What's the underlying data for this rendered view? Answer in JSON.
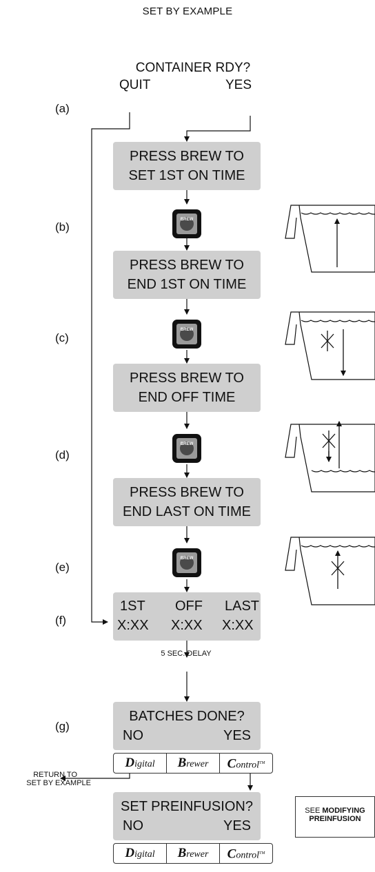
{
  "title": "SET BY EXAMPLE",
  "top_prompt": {
    "line1": "CONTAINER RDY?",
    "quit": "QUIT",
    "yes": "YES"
  },
  "steps": [
    {
      "label": "(a)"
    },
    {
      "label": "(b)"
    },
    {
      "label": "(c)"
    },
    {
      "label": "(d)"
    },
    {
      "label": "(e)"
    },
    {
      "label": "(f)"
    },
    {
      "label": "(g)"
    }
  ],
  "displays": {
    "d1": {
      "line1": "PRESS BREW TO",
      "line2": "SET 1ST ON TIME"
    },
    "d2": {
      "line1": "PRESS BREW TO",
      "line2": "END 1ST ON TIME"
    },
    "d3": {
      "line1": "PRESS BREW TO",
      "line2": "END OFF TIME"
    },
    "d4": {
      "line1": "PRESS BREW TO",
      "line2": "END LAST ON TIME"
    },
    "d5": {
      "c1a": "1ST",
      "c1b": "X:XX",
      "c2a": "OFF",
      "c2b": "X:XX",
      "c3a": "LAST",
      "c3b": "X:XX"
    },
    "d6": {
      "line1": "BATCHES DONE?",
      "no": "NO",
      "yes": "YES"
    },
    "d7": {
      "line1": "SET PREINFUSION?",
      "no": "NO",
      "yes": "YES"
    }
  },
  "brew_button_label": "BREW",
  "delay_text": "5 SEC. DELAY",
  "return_text": {
    "line1": "RETURN TO",
    "line2": "SET BY EXAMPLE"
  },
  "see_box": {
    "prefix": "SEE ",
    "bold1": "MODIFYING",
    "bold2": "PREINFUSION"
  },
  "logo": {
    "d_big": "D",
    "d_rest": "igital",
    "b_big": "B",
    "b_rest": "rewer",
    "c_big": "C",
    "c_rest": "ontrol",
    "tm": "TM"
  }
}
